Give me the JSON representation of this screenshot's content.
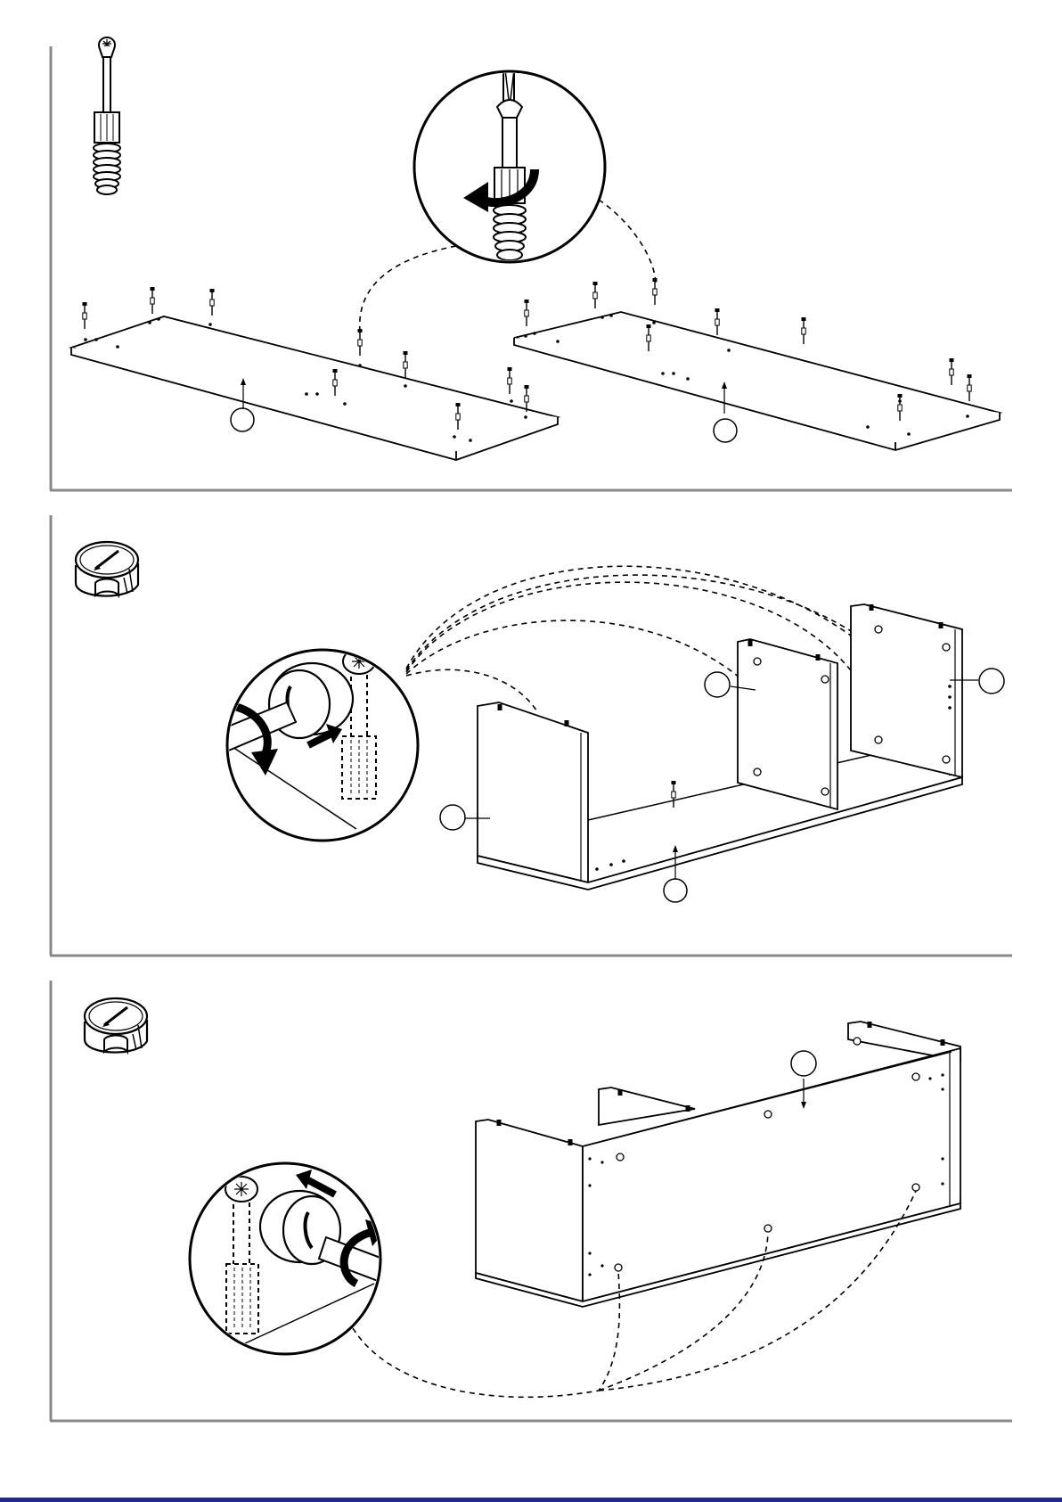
{
  "document": {
    "type": "assembly-instructions",
    "steps": [
      {
        "id": "step-1",
        "hardware_icon": "cam-bolt-icon",
        "detail_icon": "screwdriver-detail-icon",
        "parts": [
          "panel-left",
          "panel-right"
        ]
      },
      {
        "id": "step-2",
        "hardware_icon": "cam-lock-icon",
        "detail_icon": "cam-lock-detail-icon",
        "parts": [
          "left-side-panel",
          "middle-divider",
          "right-divider",
          "base-panel"
        ]
      },
      {
        "id": "step-3",
        "hardware_icon": "cam-lock-icon",
        "detail_icon": "cam-lock-detail-icon",
        "parts": [
          "back-panel",
          "assembled-carcass"
        ]
      }
    ],
    "colors": {
      "line": "#000000",
      "frame": "#888888",
      "paper": "#ffffff",
      "band": "#1f2a8c"
    }
  }
}
